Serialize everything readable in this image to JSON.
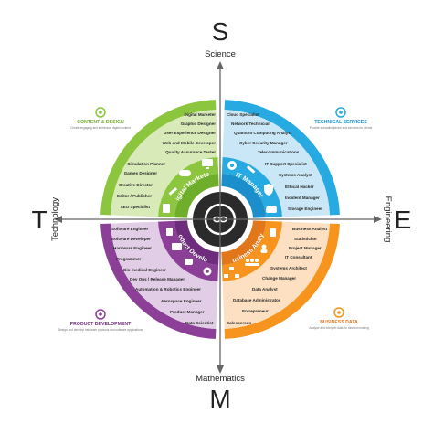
{
  "axes": {
    "top": {
      "letter": "S",
      "label": "Science"
    },
    "bottom": {
      "letter": "M",
      "label": "Mathematics"
    },
    "left": {
      "letter": "T",
      "label": "Technology"
    },
    "right": {
      "letter": "E",
      "label": "Engineering"
    }
  },
  "colors": {
    "green": "#8cc63f",
    "green_light": "#d8eab8",
    "green_inner": "#6fae2b",
    "blue": "#27a9e1",
    "blue_light": "#c9e7f6",
    "blue_inner": "#1a8fcb",
    "purple": "#8b3f97",
    "purple_light": "#e2cde6",
    "purple_inner": "#6e2c7c",
    "orange": "#f7941d",
    "orange_light": "#fde0c2",
    "orange_inner": "#e2761a",
    "hub": "#2b2b2b",
    "axis": "#666666"
  },
  "quadrants": {
    "content_design": {
      "title": "CONTENT & DESIGN",
      "desc": "Create engaging and immersive digital content",
      "inner_label": "Digital Marketer",
      "roles": [
        "Digital Marketer",
        "Graphic Designer",
        "User Experience Designer",
        "Web and Mobile Developer",
        "Quality Assurance Tester",
        "Simulation Planner",
        "Games Designer",
        "Creative Director",
        "Editor / Publisher",
        "SEO Specialist"
      ]
    },
    "technical_services": {
      "title": "TECHNICAL SERVICES",
      "desc": "Provide specialist advice and services for clients",
      "inner_label": "IT Manager",
      "roles": [
        "Cloud Specialist",
        "Network Technician",
        "Quantum Computing Analyst",
        "Cyber Security Manager",
        "Telecommunications",
        "IT Support Specialist",
        "Systems Analyst",
        "Ethical Hacker",
        "Incident Manager",
        "Storage Engineer"
      ]
    },
    "product_development": {
      "title": "PRODUCT DEVELOPMENT",
      "desc": "Design and develop hardware products and software applications",
      "inner_label": "Product Developer",
      "roles": [
        "Software Engineer",
        "Software Developer",
        "Hardware Engineer",
        "Programmer",
        "Bio-medical Engineer",
        "Dev Ops / Release Manager",
        "Automation & Robotics Engineer",
        "Aerospace Engineer",
        "Product Manager",
        "Data Scientist"
      ]
    },
    "business_data": {
      "title": "BUSINESS DATA",
      "desc": "Analyse and interpret data for decision making",
      "inner_label": "Business Analyst",
      "roles": [
        "Business Analyst",
        "Statistician",
        "Project Manager",
        "IT Consultant",
        "Systems Architect",
        "Change Manager",
        "Data Analyst",
        "Database Administrator",
        "Entrepreneur",
        "Salesperson"
      ]
    }
  }
}
